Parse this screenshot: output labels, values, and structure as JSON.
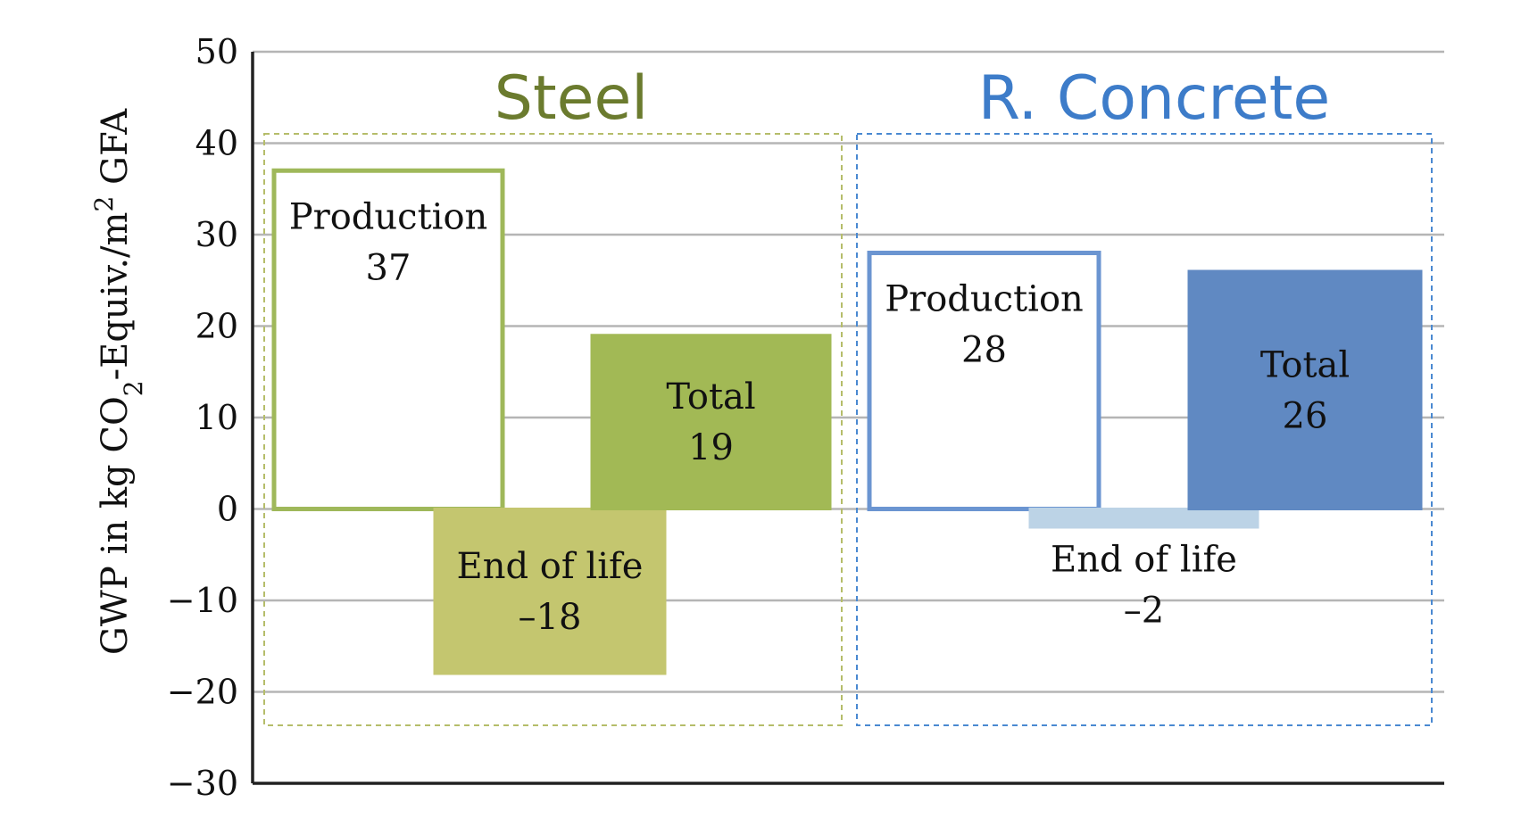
{
  "chart_data": {
    "type": "bar",
    "ylabel": "GWP in kg CO2-Equiv./m2 GFA",
    "ylabel_parts": {
      "before": "GWP in kg CO",
      "sub": "2",
      "mid": "-Equiv./m",
      "sup": "2",
      "after": " GFA"
    },
    "ylim": [
      -30,
      50
    ],
    "yticks": [
      -30,
      -20,
      -10,
      0,
      10,
      20,
      30,
      40,
      50
    ],
    "ytick_labels": [
      "−30",
      "−20",
      "−10",
      "0",
      "10",
      "20",
      "30",
      "40",
      "50"
    ],
    "grid": true,
    "groups": [
      {
        "title": "Steel",
        "color": "#6b7b2e",
        "box_color": "#b5bd6a",
        "bars": [
          {
            "label": "Production",
            "value_text": "37",
            "value": 37,
            "style": "outline",
            "color": "#9fb85a"
          },
          {
            "label": "End of life",
            "value_text": "–18",
            "value": -18,
            "style": "filled",
            "color": "#c4c66f"
          },
          {
            "label": "Total",
            "value_text": "19",
            "value": 19,
            "style": "filled",
            "color": "#a2b955"
          }
        ]
      },
      {
        "title": "R. Concrete",
        "color": "#3d7cc9",
        "box_color": "#4a89d1",
        "bars": [
          {
            "label": "Production",
            "value_text": "28",
            "value": 28,
            "style": "outline",
            "color": "#6b95d1"
          },
          {
            "label": "End of life",
            "value_text": "–2",
            "value": -2,
            "style": "filled",
            "color": "#bcd3e6"
          },
          {
            "label": "Total",
            "value_text": "26",
            "value": 26,
            "style": "filled",
            "color": "#6089c2"
          }
        ]
      }
    ]
  }
}
